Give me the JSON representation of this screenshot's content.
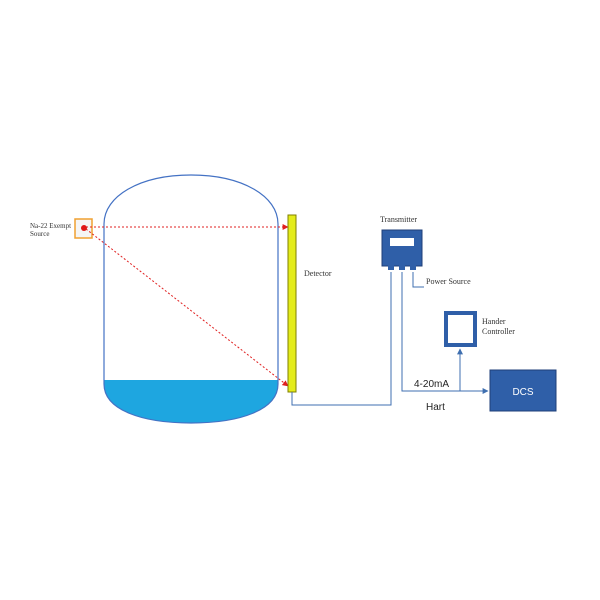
{
  "labels": {
    "source_line1": "Na-22 Exempt",
    "source_line2": "Source",
    "detector": "Detector",
    "transmitter": "Transmitter",
    "power_source": "Power Source",
    "hander_line1": "Hander",
    "hander_line2": "Controller",
    "signal": "4-20mA",
    "protocol": "Hart",
    "dcs": "DCS"
  },
  "colors": {
    "vessel_outline": "#4472c4",
    "liquid": "#1ea6e0",
    "detector_fill": "#e4ec1a",
    "detector_stroke": "#7f7f00",
    "beam": "#e02020",
    "source_box": "#f0a030",
    "source_point": "#e01818",
    "device_blue": "#2f5fa8",
    "wire": "#3f6fb0"
  },
  "icons": {
    "source": "radiation-source-icon",
    "transmitter": "transmitter-icon",
    "hander_controller": "handheld-controller-icon"
  }
}
